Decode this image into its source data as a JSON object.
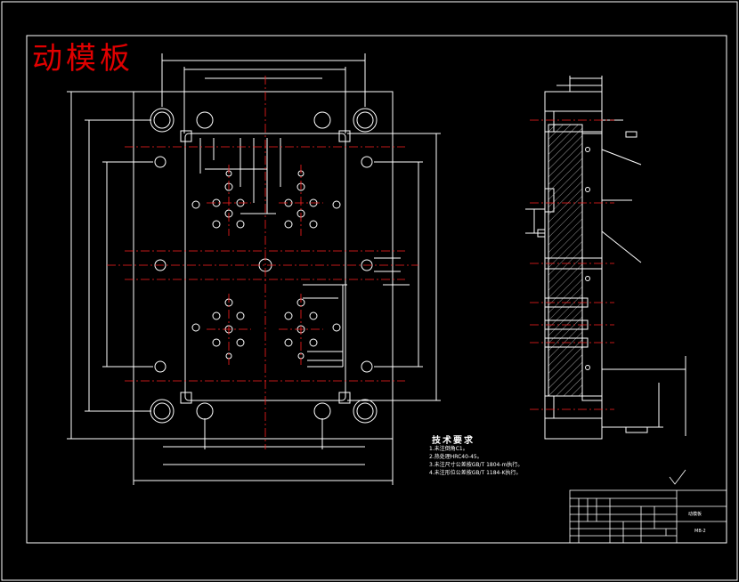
{
  "drawing": {
    "title": "动模板",
    "technical_requirements": {
      "heading": "技术要求",
      "items": [
        "1.未注倒角C1。",
        "2.热处理HRC40-45。",
        "3.未注尺寸公差按GB/T 1804-m执行。",
        "4.未注形位公差按GB/T 1184-K执行。"
      ]
    },
    "title_block": {
      "part_name": "动模板",
      "drawing_number": "MB-2"
    }
  },
  "colors": {
    "background": "#000000",
    "line": "#ffffff",
    "center_line": "#ff2020",
    "title": "#e00000"
  }
}
